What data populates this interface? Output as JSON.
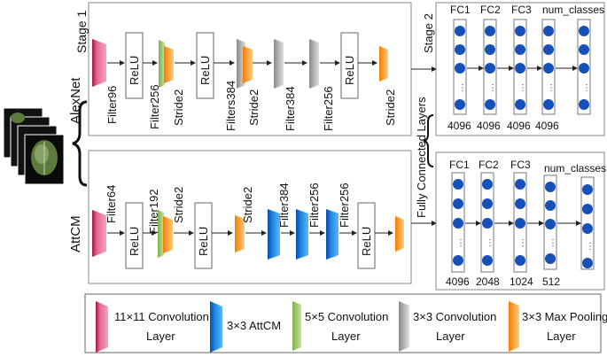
{
  "stage1": {
    "label": "Stage 1",
    "alexnet_label": "AlexNet",
    "attcm_label": "AttCM",
    "alexnet": {
      "relu": "ReLU",
      "filter96": "Filter96",
      "filter256": "Filter256",
      "stride2_a": "Stride2",
      "filters384": "Filters384",
      "stride2_b": "Stride2",
      "filter384": "Filter384",
      "filter256_b": "Filter256",
      "stride2_c": "Stride2"
    },
    "attcm": {
      "relu": "ReLU",
      "filter64": "Filter64",
      "filter192": "Filter192",
      "stride2_a": "Stride2",
      "stride2_b": "Stride2",
      "filter384": "Filter384",
      "filter256_a": "Filter256",
      "filter256_b": "Filter256"
    }
  },
  "stage2": {
    "label": "Stage 2",
    "fc_label": "Fully Connected Layers",
    "top": {
      "fc1": "FC1",
      "fc2": "FC2",
      "fc3": "FC3",
      "out": "num_classes",
      "n1": "4096",
      "n2": "4096",
      "n3": "4096",
      "n4": "4096"
    },
    "bottom": {
      "fc1": "FC1",
      "fc2": "FC2",
      "fc3": "FC3",
      "out": "num_classes",
      "n1": "4096",
      "n2": "2048",
      "n3": "1024",
      "n4": "512"
    }
  },
  "legend": [
    {
      "label1": "11×11 Convolution",
      "label2": "Layer",
      "color": "#c2185b"
    },
    {
      "label1": "3×3 AttCM",
      "label2": "",
      "color": "#1e88e5"
    },
    {
      "label1": "5×5 Convolution",
      "label2": "Layer",
      "color": "#8bc34a"
    },
    {
      "label1": "3×3 Convolution",
      "label2": "Layer",
      "color": "#9e9e9e"
    },
    {
      "label1": "3×3 Max Pooling",
      "label2": "Layer",
      "color": "#fb8c00"
    }
  ],
  "colors": {
    "conv11": "#e5739a",
    "conv11_dark": "#b0184f",
    "attcm": "#2196f3",
    "attcm_dark": "#0d47a1",
    "conv5": "#a5d6a7",
    "conv3": "#bdbdbd",
    "pool": "#ffb74d",
    "neuron": "#1565c0"
  }
}
